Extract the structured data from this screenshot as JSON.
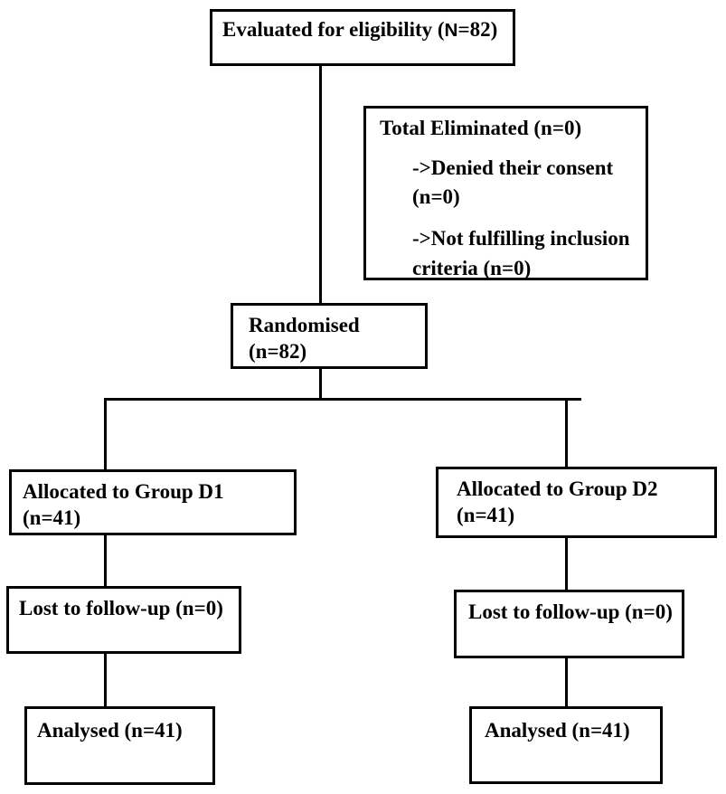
{
  "colors": {
    "line": "#000000",
    "text": "#000000",
    "background": "#ffffff"
  },
  "flowchart": {
    "eligibility": {
      "prefix": "Evaluated for eligibility (",
      "n": "N",
      "suffix": "=82)"
    },
    "eliminated": {
      "title": "Total Eliminated (n=0)",
      "items": [
        {
          "lines": [
            "->Denied their consent",
            "(n=0)"
          ]
        },
        {
          "lines": [
            "->Not fulfilling inclusion",
            "criteria (n=0)"
          ]
        }
      ]
    },
    "randomised": {
      "label": "Randomised (n=82)"
    },
    "allocated_d1": {
      "label": "Allocated to Group D1 (n=41)"
    },
    "allocated_d2": {
      "label": "Allocated to Group D2 (n=41)"
    },
    "lost_d1": {
      "label": "Lost to follow-up (n=0)"
    },
    "lost_d2": {
      "label": "Lost to follow-up (n=0)"
    },
    "analysed_d1": {
      "label": "Analysed (n=41)"
    },
    "analysed_d2": {
      "label": "Analysed (n=41)"
    }
  }
}
